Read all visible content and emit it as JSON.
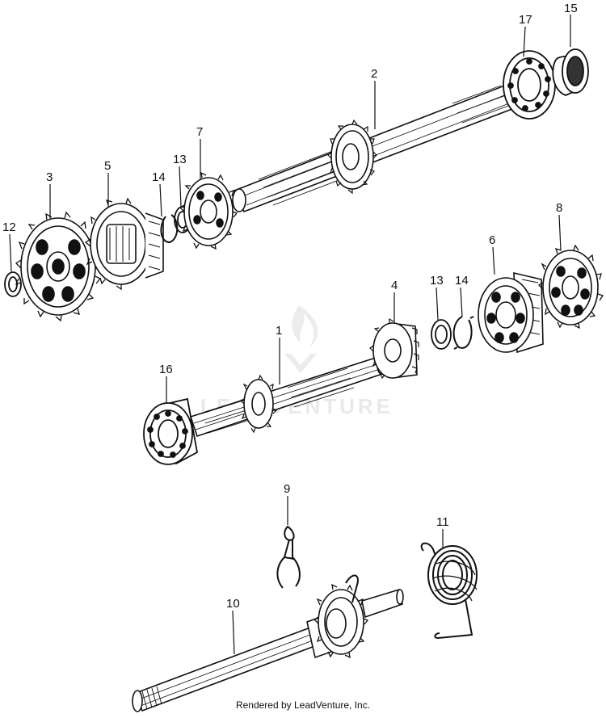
{
  "watermark": {
    "text": "LEADVENTURE"
  },
  "footer": {
    "text": "Rendered by LeadVenture, Inc."
  },
  "callouts": {
    "p1": "1",
    "p2": "2",
    "p3": "3",
    "p4": "4",
    "p5": "5",
    "p6": "6",
    "p7": "7",
    "p8": "8",
    "p9": "9",
    "p10": "10",
    "p11": "11",
    "p12": "12",
    "p13a": "13",
    "p13b": "13",
    "p14a": "14",
    "p14b": "14",
    "p15": "15",
    "p16": "16",
    "p17": "17"
  },
  "colors": {
    "ink": "#111111",
    "watermark": "#d8d8d8"
  }
}
